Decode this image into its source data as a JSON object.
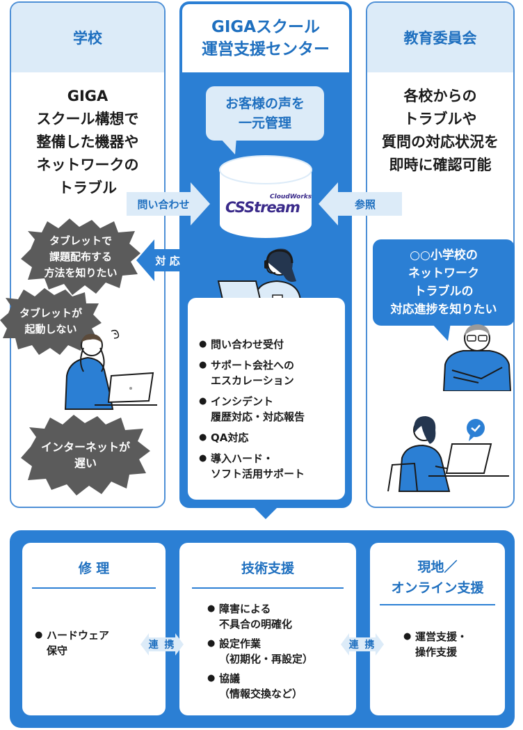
{
  "school": {
    "title": "学校",
    "description": "GIGA\nスクール構想で\n整備した機器や\nネットワークの\nトラブル",
    "concern_1": "タブレットで\n課題配布する\n方法を知りたい",
    "concern_2": "タブレットが\n起動しない",
    "concern_3": "インターネットが\n遅い"
  },
  "center": {
    "title": "GIGAスクール\n運営支援センター",
    "bubble": "お客様の声を\n一元管理",
    "logo_main": "CSStream",
    "logo_sub": "CloudWorks",
    "services": [
      "問い合わせ受付",
      "サポート会社への\nエスカレーション",
      "インシデント\n履歴対応・対応報告",
      "QA対応",
      "導入ハード・\nソフト活用サポート"
    ]
  },
  "board": {
    "title": "教育委員会",
    "description": "各校からの\nトラブルや\n質問の対応状況を\n即時に確認可能",
    "bubble": "○○小学校の\nネットワーク\nトラブルの\n対応進捗を知りたい"
  },
  "arrows": {
    "inquiry": "問い合わせ",
    "response": "対 応",
    "reference": "参照"
  },
  "bottom": {
    "repair": {
      "title": "修 理",
      "items": [
        "ハードウェア\n保守"
      ]
    },
    "tech": {
      "title": "技術支援",
      "items": [
        "障害による\n不具合の明確化",
        "設定作業\n（初期化・再設定）",
        "協議\n（情報交換など）"
      ]
    },
    "onsite": {
      "title": "現地／\nオンライン支援",
      "items": [
        "運営支援・\n操作支援"
      ]
    },
    "link_label_1": "連 携",
    "link_label_2": "連 携"
  },
  "colors": {
    "primary": "#2b7fd4",
    "light": "#dcebf8",
    "heading": "#1e6fbf",
    "cloud": "#5b5b5b"
  }
}
